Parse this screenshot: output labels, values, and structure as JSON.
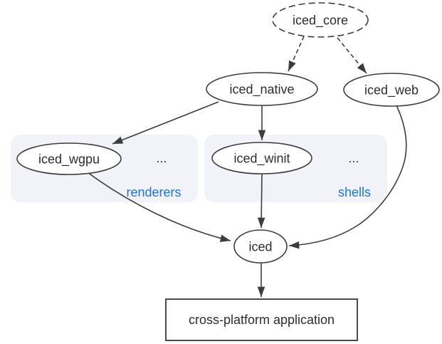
{
  "graph": {
    "nodes": {
      "core": {
        "label": "iced_core",
        "shape": "ellipse",
        "border": "dashed"
      },
      "native": {
        "label": "iced_native",
        "shape": "ellipse",
        "border": "solid"
      },
      "web": {
        "label": "iced_web",
        "shape": "ellipse",
        "border": "solid"
      },
      "wgpu": {
        "label": "iced_wgpu",
        "shape": "ellipse",
        "border": "solid"
      },
      "winit": {
        "label": "iced_winit",
        "shape": "ellipse",
        "border": "solid"
      },
      "iced": {
        "label": "iced",
        "shape": "ellipse",
        "border": "solid"
      },
      "app": {
        "label": "cross-platform application",
        "shape": "rect",
        "border": "solid"
      }
    },
    "groups": {
      "renderers": {
        "label": "renderers",
        "more": "...",
        "members": [
          "iced_wgpu"
        ]
      },
      "shells": {
        "label": "shells",
        "more": "...",
        "members": [
          "iced_winit"
        ]
      }
    },
    "edges": [
      {
        "from": "iced_core",
        "to": "iced_native",
        "style": "dashed"
      },
      {
        "from": "iced_core",
        "to": "iced_web",
        "style": "dashed"
      },
      {
        "from": "iced_native",
        "to": "iced_wgpu",
        "style": "solid"
      },
      {
        "from": "iced_native",
        "to": "iced_winit",
        "style": "solid"
      },
      {
        "from": "iced_wgpu",
        "to": "iced",
        "style": "solid"
      },
      {
        "from": "iced_winit",
        "to": "iced",
        "style": "solid"
      },
      {
        "from": "iced_web",
        "to": "iced",
        "style": "solid"
      },
      {
        "from": "iced",
        "to": "cross-platform application",
        "style": "solid"
      }
    ],
    "colors": {
      "accent_blue": "#1a73e8",
      "stroke": "#3d3d3d",
      "text": "#2d2d2d",
      "group_panel_fill": "#f1f3f8",
      "background": "#ffffff"
    }
  }
}
